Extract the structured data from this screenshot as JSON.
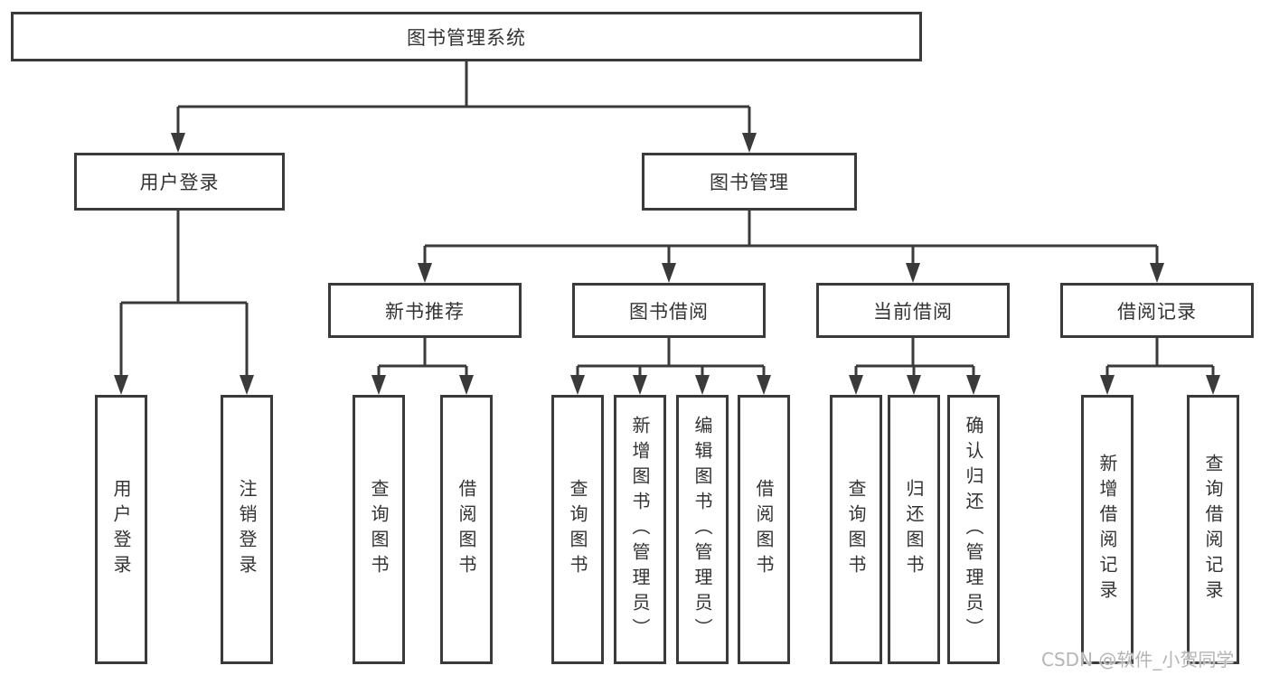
{
  "diagram": {
    "title": "图书管理系统",
    "root": {
      "label": "图书管理系统"
    },
    "level2": [
      {
        "label": "用户登录",
        "parent": "图书管理系统"
      },
      {
        "label": "图书管理",
        "parent": "图书管理系统"
      }
    ],
    "level3": [
      {
        "label": "新书推荐",
        "parent": "图书管理"
      },
      {
        "label": "图书借阅",
        "parent": "图书管理"
      },
      {
        "label": "当前借阅",
        "parent": "图书管理"
      },
      {
        "label": "借阅记录",
        "parent": "图书管理"
      }
    ],
    "leaves": [
      {
        "label": "用户登录",
        "parent": "用户登录"
      },
      {
        "label": "注销登录",
        "parent": "用户登录"
      },
      {
        "label": "查询图书",
        "parent": "新书推荐"
      },
      {
        "label": "借阅图书",
        "parent": "新书推荐"
      },
      {
        "label": "查询图书",
        "parent": "图书借阅"
      },
      {
        "label": "新增图书（管理员）",
        "parent": "图书借阅"
      },
      {
        "label": "编辑图书（管理员）",
        "parent": "图书借阅"
      },
      {
        "label": "借阅图书",
        "parent": "图书借阅"
      },
      {
        "label": "查询图书",
        "parent": "当前借阅"
      },
      {
        "label": "归还图书",
        "parent": "当前借阅"
      },
      {
        "label": "确认归还（管理员）",
        "parent": "当前借阅"
      },
      {
        "label": "新增借阅记录",
        "parent": "借阅记录"
      },
      {
        "label": "查询借阅记录",
        "parent": "借阅记录"
      }
    ]
  },
  "watermark": {
    "text": "CSDN @软件_小贺同学"
  },
  "colors": {
    "line": "#3a3a3a",
    "border": "#3a3a3a",
    "text": "#333333",
    "watermark": "#b5b5b5",
    "background": "#ffffff"
  }
}
